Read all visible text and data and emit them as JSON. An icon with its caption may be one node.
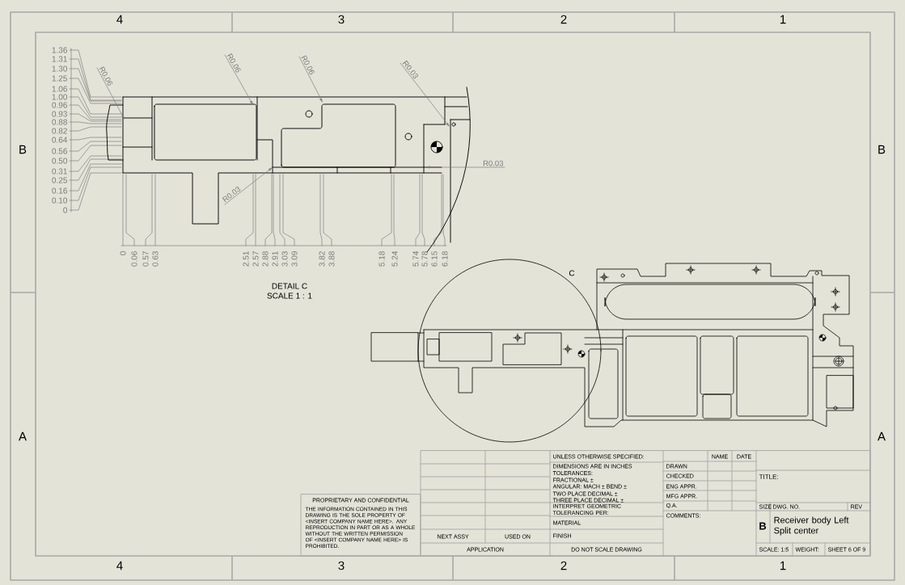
{
  "diagram": {
    "nodes": [
      {
        "text": [
          "R0.06"
        ]
      },
      {
        "text": [
          "R0.06"
        ]
      },
      {
        "text": [
          "R0.06"
        ]
      },
      {
        "text": [
          "R0.03"
        ]
      },
      {
        "text": [
          "R0.03"
        ]
      },
      {
        "text": [
          "R0.03"
        ]
      }
    ],
    "edges": [
      {
        "from": 0,
        "to": null,
        "arrow": "to"
      },
      {
        "from": 1,
        "to": null,
        "arrow": "to"
      },
      {
        "from": 2,
        "to": null,
        "arrow": "to"
      },
      {
        "from": 3,
        "to": null,
        "arrow": "to"
      },
      {
        "from": 4,
        "to": null,
        "arrow": "to"
      },
      {
        "from": 5,
        "to": null,
        "arrow": "to"
      }
    ],
    "labels": [
      "4",
      "3",
      "2",
      "1",
      "B",
      "B",
      "1.36",
      "1.31",
      "1.30",
      "1.25",
      "1.06",
      "1.00",
      "0.96",
      "0.93",
      "0.88",
      "0.82",
      "0.64",
      "0.56",
      "0.50",
      "0.31",
      "0.25",
      "0.16",
      "0.10",
      "0",
      "0",
      "0.06",
      "0.57",
      "0.63",
      "2.51",
      "2.57",
      "2.88",
      "2.91",
      "3.03",
      "3.09",
      "3.82",
      "3.88",
      "5.18",
      "5.24",
      "5.74",
      "5.78",
      "6.15",
      "6.18",
      "DETAIL C",
      "SCALE 1 : 1",
      "C",
      "A",
      "A",
      "UNLESS OTHERWISE SPECIFIED:",
      "NAME",
      "DATE",
      "DIMENSIONS ARE IN INCHES",
      "DRAWN",
      "TOLERANCES:",
      "CHECKED",
      "TITLE:",
      "FRACTIONAL ±",
      "ANGULAR: MACH ±   BEND ±",
      "ENG APPR.",
      "TWO PLACE DECIMAL ±",
      "MFG APPR.",
      "PROPRIETARY AND CONFIDENTIAL",
      "THREE PLACE DECIMAL ±",
      "THE INFORMATION CONTAINED IN THIS DRAWING IS THE SOLE PROPERTY OF <INSERT COMPANY NAME HERE>. ANY REPRODUCTION IN PART OR AS A WHOLE WITHOUT THE WRITTEN PERMISSION OF <INSERT COMPANY NAME HERE> IS PROHIBITED.",
      "Q.A.",
      "SIZE",
      "DWG. NO.",
      "REV",
      "INTERPRET GEOMETRIC TOLERANCING PER:",
      "COMMENTS:",
      "MATERIAL",
      "B",
      "Receiver body Left Split center",
      "NEXT ASSY",
      "USED ON",
      "FINISH",
      "APPLICATION",
      "DO NOT SCALE DRAWING",
      "SCALE: 1:5",
      "WEIGHT:",
      "SHEET 6 OF 9",
      "4",
      "3",
      "2",
      "1"
    ]
  }
}
